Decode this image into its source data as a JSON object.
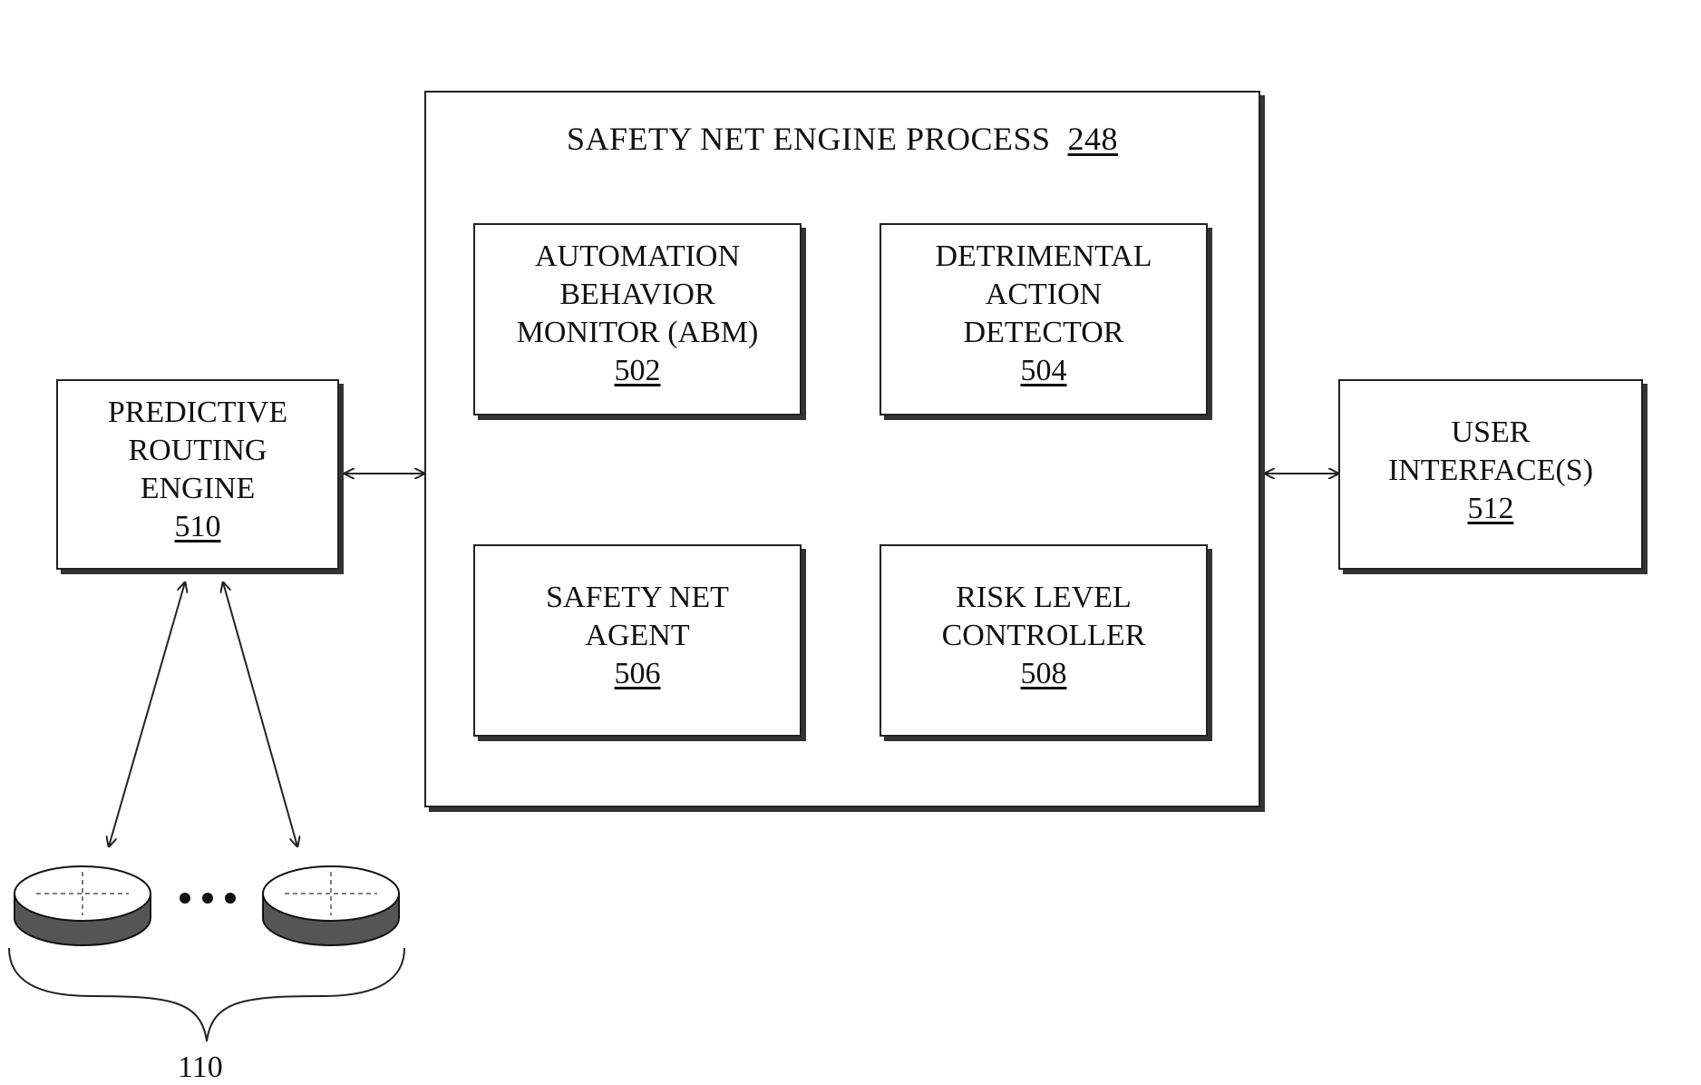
{
  "diagram": {
    "process": {
      "title": "SAFETY NET ENGINE PROCESS",
      "ref": "248"
    },
    "modules": [
      {
        "lines": [
          "AUTOMATION",
          "BEHAVIOR",
          "MONITOR (ABM)"
        ],
        "ref": "502"
      },
      {
        "lines": [
          "DETRIMENTAL",
          "ACTION",
          "DETECTOR"
        ],
        "ref": "504"
      },
      {
        "lines": [
          "SAFETY NET",
          "AGENT"
        ],
        "ref": "506"
      },
      {
        "lines": [
          "RISK LEVEL",
          "CONTROLLER"
        ],
        "ref": "508"
      }
    ],
    "routing_engine": {
      "lines": [
        "PREDICTIVE",
        "ROUTING",
        "ENGINE"
      ],
      "ref": "510"
    },
    "user_interface": {
      "lines": [
        "USER",
        "INTERFACE(S)"
      ],
      "ref": "512"
    },
    "devices_ref": "110"
  }
}
